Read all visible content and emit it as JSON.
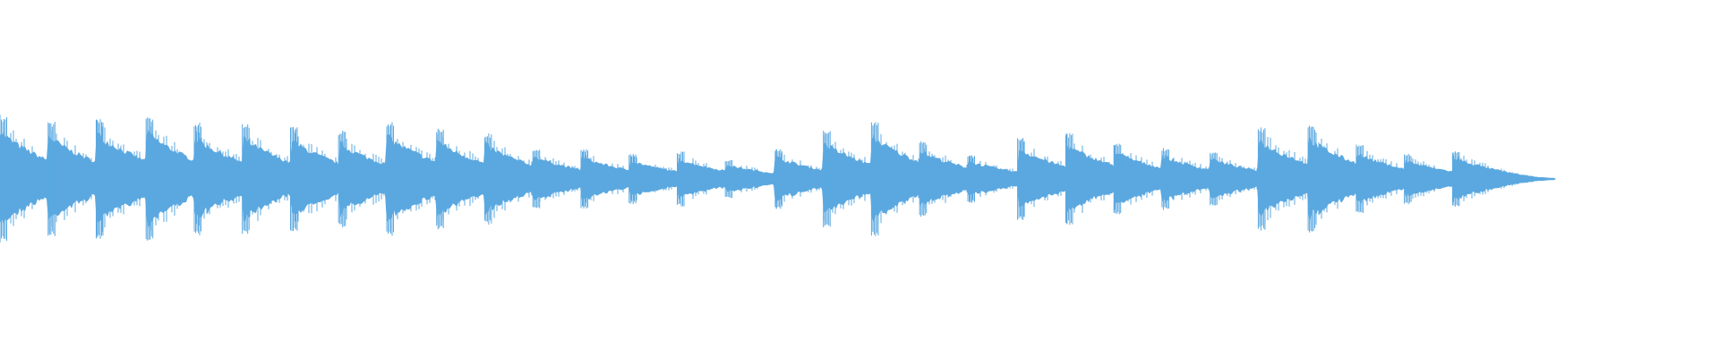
{
  "waveform": {
    "color": "#5ba8e0",
    "background": "#ffffff",
    "onsets": [
      {
        "start": 0.0,
        "peak": 0.55
      },
      {
        "start": 0.028,
        "peak": 0.5
      },
      {
        "start": 0.056,
        "peak": 0.53
      },
      {
        "start": 0.085,
        "peak": 0.55
      },
      {
        "start": 0.113,
        "peak": 0.49
      },
      {
        "start": 0.141,
        "peak": 0.48
      },
      {
        "start": 0.169,
        "peak": 0.46
      },
      {
        "start": 0.197,
        "peak": 0.42
      },
      {
        "start": 0.225,
        "peak": 0.5
      },
      {
        "start": 0.254,
        "peak": 0.45
      },
      {
        "start": 0.282,
        "peak": 0.4
      },
      {
        "start": 0.31,
        "peak": 0.27
      },
      {
        "start": 0.338,
        "peak": 0.26
      },
      {
        "start": 0.366,
        "peak": 0.22
      },
      {
        "start": 0.394,
        "peak": 0.24
      },
      {
        "start": 0.422,
        "peak": 0.17
      },
      {
        "start": 0.451,
        "peak": 0.26
      },
      {
        "start": 0.479,
        "peak": 0.42
      },
      {
        "start": 0.507,
        "peak": 0.5
      },
      {
        "start": 0.535,
        "peak": 0.33
      },
      {
        "start": 0.563,
        "peak": 0.21
      },
      {
        "start": 0.592,
        "peak": 0.36
      },
      {
        "start": 0.62,
        "peak": 0.4
      },
      {
        "start": 0.648,
        "peak": 0.32
      },
      {
        "start": 0.676,
        "peak": 0.27
      },
      {
        "start": 0.704,
        "peak": 0.24
      },
      {
        "start": 0.732,
        "peak": 0.45
      },
      {
        "start": 0.761,
        "peak": 0.47
      },
      {
        "start": 0.789,
        "peak": 0.3
      },
      {
        "start": 0.817,
        "peak": 0.22
      },
      {
        "start": 0.845,
        "peak": 0.25
      }
    ],
    "end": 0.905
  }
}
